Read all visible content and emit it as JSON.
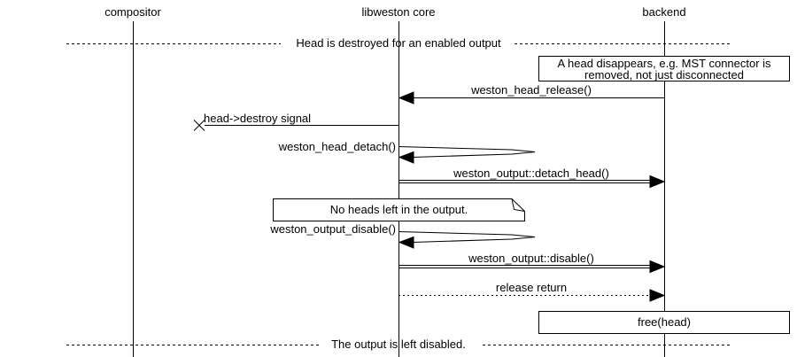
{
  "participants": [
    {
      "label": "compositor"
    },
    {
      "label": "libweston core"
    },
    {
      "label": "backend"
    }
  ],
  "dividers": [
    {
      "text": "Head is destroyed for an enabled output"
    },
    {
      "text": "The output is left disabled."
    }
  ],
  "notes": [
    {
      "shape": "box",
      "text": "A head disappears, e.g. MST connector is removed, not just disconnected"
    },
    {
      "shape": "note",
      "text": "No heads left in the output."
    },
    {
      "shape": "box",
      "text": "free(head)"
    }
  ],
  "messages": [
    {
      "label": "weston_head_release()",
      "from": "backend",
      "to": "libweston core",
      "line": "solid"
    },
    {
      "label": "head->destroy signal",
      "from": "libweston core",
      "to": "lost",
      "line": "lost"
    },
    {
      "label": "weston_head_detach()",
      "from": "libweston core",
      "to": "libweston core",
      "line": "self"
    },
    {
      "label": "weston_output::detach_head()",
      "from": "libweston core",
      "to": "backend",
      "line": "double"
    },
    {
      "label": "weston_output_disable()",
      "from": "libweston core",
      "to": "libweston core",
      "line": "self"
    },
    {
      "label": "weston_output::disable()",
      "from": "libweston core",
      "to": "backend",
      "line": "double"
    },
    {
      "label": "release return",
      "from": "libweston core",
      "to": "backend",
      "line": "dotted"
    }
  ],
  "colors": {
    "ink": "#000000",
    "background": "#ffffff"
  }
}
